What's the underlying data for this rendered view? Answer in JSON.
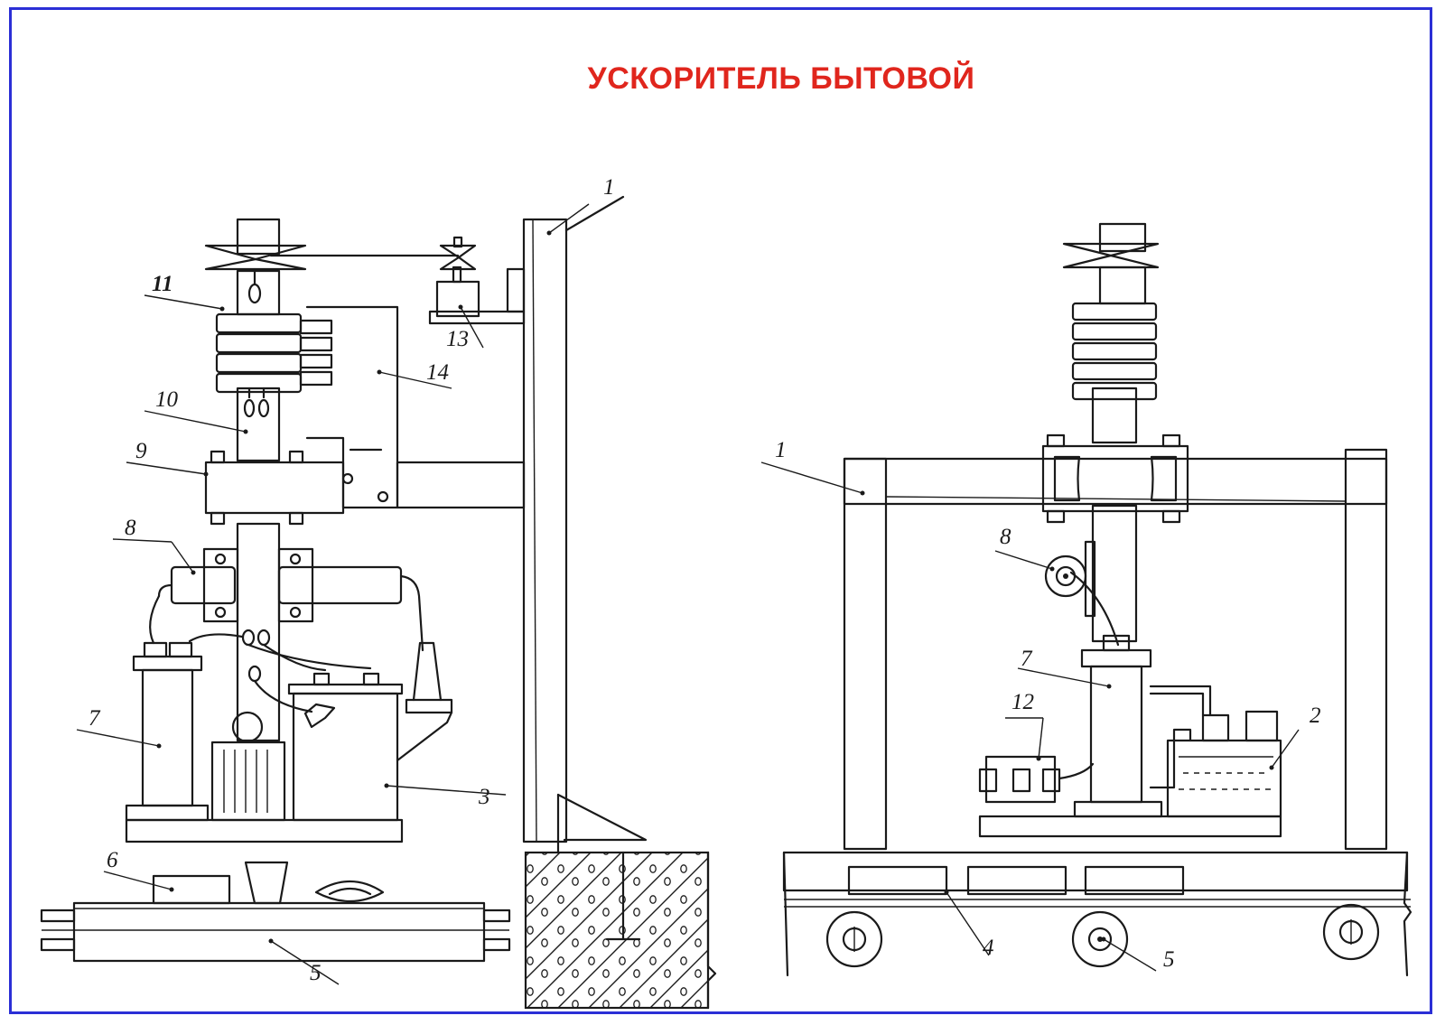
{
  "title": "УСКОРИТЕЛЬ БЫТОВОЙ",
  "colors": {
    "title": "#e0261d",
    "frame": "#2b2fd6",
    "ink": "#1a1a1a"
  },
  "left_view": {
    "labels": {
      "l1": "1",
      "l3": "3",
      "l5": "5",
      "l6": "6",
      "l7": "7",
      "l8": "8",
      "l9": "9",
      "l10": "10",
      "l11": "11",
      "l13": "13",
      "l14": "14"
    }
  },
  "right_view": {
    "labels": {
      "l1": "1",
      "l2": "2",
      "l4": "4",
      "l5": "5",
      "l7": "7",
      "l8": "8",
      "l12": "12"
    }
  }
}
